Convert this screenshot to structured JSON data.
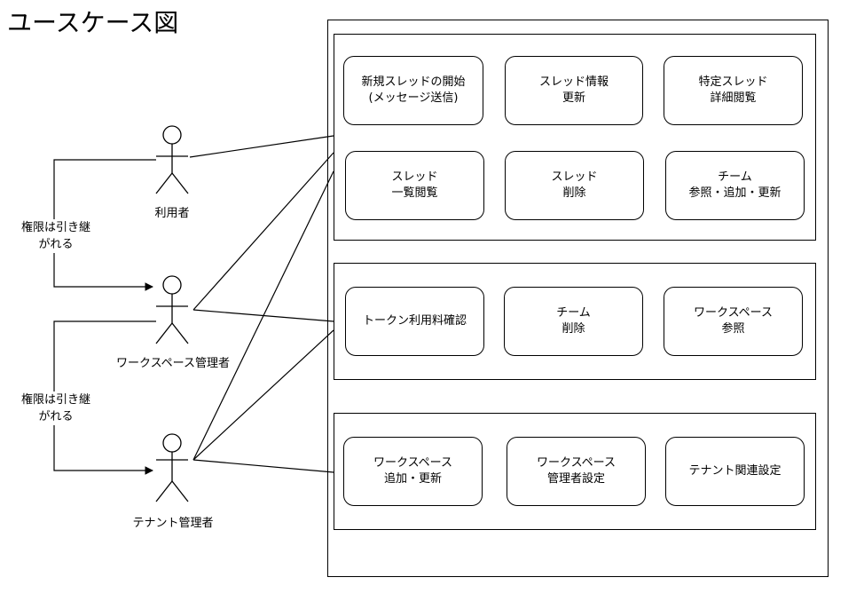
{
  "title": "ユースケース図",
  "actors": {
    "user": "利用者",
    "workspace_admin": "ワークスペース管理者",
    "tenant_admin": "テナント管理者"
  },
  "inherit_notes": {
    "upper": "権限は引き継\nがれる",
    "lower": "権限は引き継\nがれる"
  },
  "groups": {
    "user_group": {
      "usecases": [
        "新規スレッドの開始\n(メッセージ送信)",
        "スレッド情報\n更新",
        "特定スレッド\n詳細閲覧",
        "スレッド\n一覧閲覧",
        "スレッド\n削除",
        "チーム\n参照・追加・更新"
      ]
    },
    "workspace_group": {
      "usecases": [
        "トークン利用料確認",
        "チーム\n削除",
        "ワークスペース\n参照"
      ]
    },
    "tenant_group": {
      "usecases": [
        "ワークスペース\n追加・更新",
        "ワークスペース\n管理者設定",
        "テナント関連設定"
      ]
    }
  }
}
